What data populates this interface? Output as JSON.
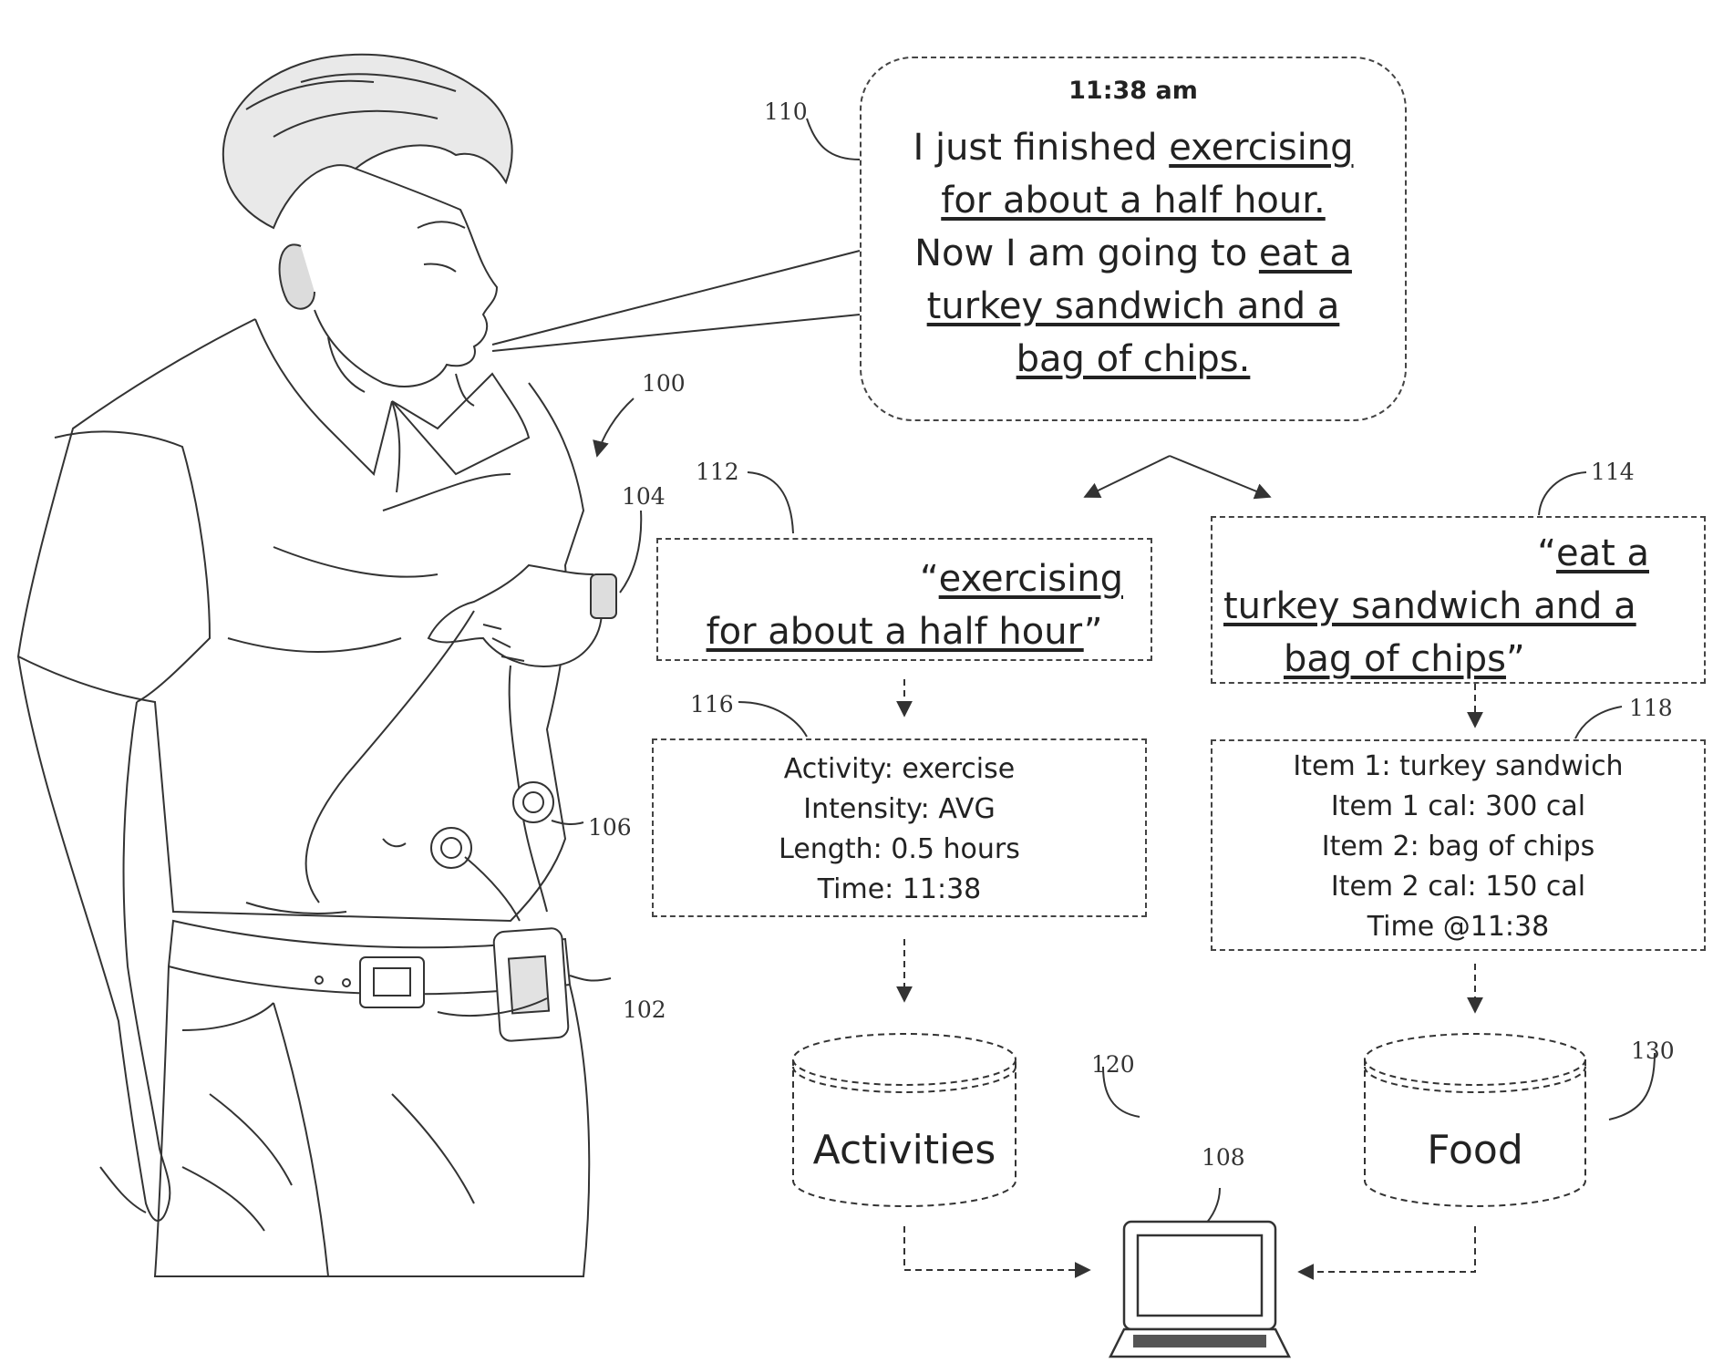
{
  "refs": {
    "system": "100",
    "pump": "102",
    "watch": "104",
    "sensor": "106",
    "computer": "108",
    "utterance": "110",
    "activity_phrase": "112",
    "food_phrase": "114",
    "activity_record": "116",
    "food_record": "118",
    "activities_db": "120",
    "food_db": "130"
  },
  "speech": {
    "time": "11:38 am",
    "line1_plain": "I just finished ",
    "line1_u": "exercising",
    "line2_u": "for about a half hour.",
    "line3_plain": "Now I am going to ",
    "line3_u": "eat a",
    "line4_u": "turkey sandwich and a",
    "line5_u": "bag of chips."
  },
  "activity_phrase": {
    "open": "“",
    "line1_u": "exercising",
    "line2_u": "for about a half hour",
    "close": "”"
  },
  "food_phrase": {
    "open": "“",
    "line1_u": "eat a",
    "line2_u": "turkey sandwich and a",
    "line3_u": "bag of chips",
    "close": "”"
  },
  "activity_record": [
    "Activity: exercise",
    "Intensity: AVG",
    "Length: 0.5 hours",
    "Time: 11:38"
  ],
  "food_record": [
    "Item 1: turkey sandwich",
    "Item 1 cal: 300 cal",
    "Item 2: bag of chips",
    "Item 2 cal: 150 cal",
    "Time @11:38"
  ],
  "databases": {
    "activities": "Activities",
    "food": "Food"
  }
}
